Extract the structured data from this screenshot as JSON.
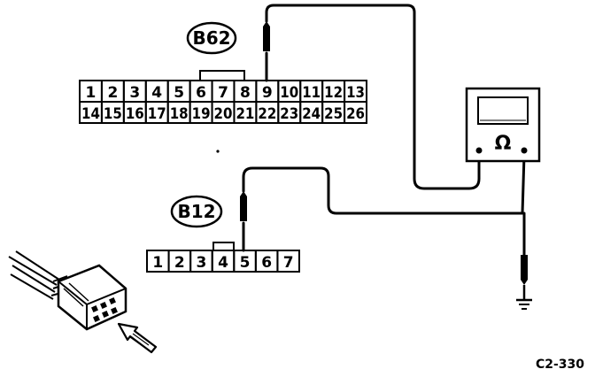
{
  "connectors": {
    "b62": {
      "label": "B62",
      "row1": [
        "1",
        "2",
        "3",
        "4",
        "5",
        "6",
        "7",
        "8",
        "9",
        "10",
        "11",
        "12",
        "13"
      ],
      "row2": [
        "14",
        "15",
        "16",
        "17",
        "18",
        "19",
        "20",
        "21",
        "22",
        "23",
        "24",
        "25",
        "26"
      ]
    },
    "b12": {
      "label": "B12",
      "pins": [
        "1",
        "2",
        "3",
        "4",
        "5",
        "6",
        "7"
      ]
    }
  },
  "meter": {
    "symbol": "Ω"
  },
  "figure_code": "C2-330"
}
